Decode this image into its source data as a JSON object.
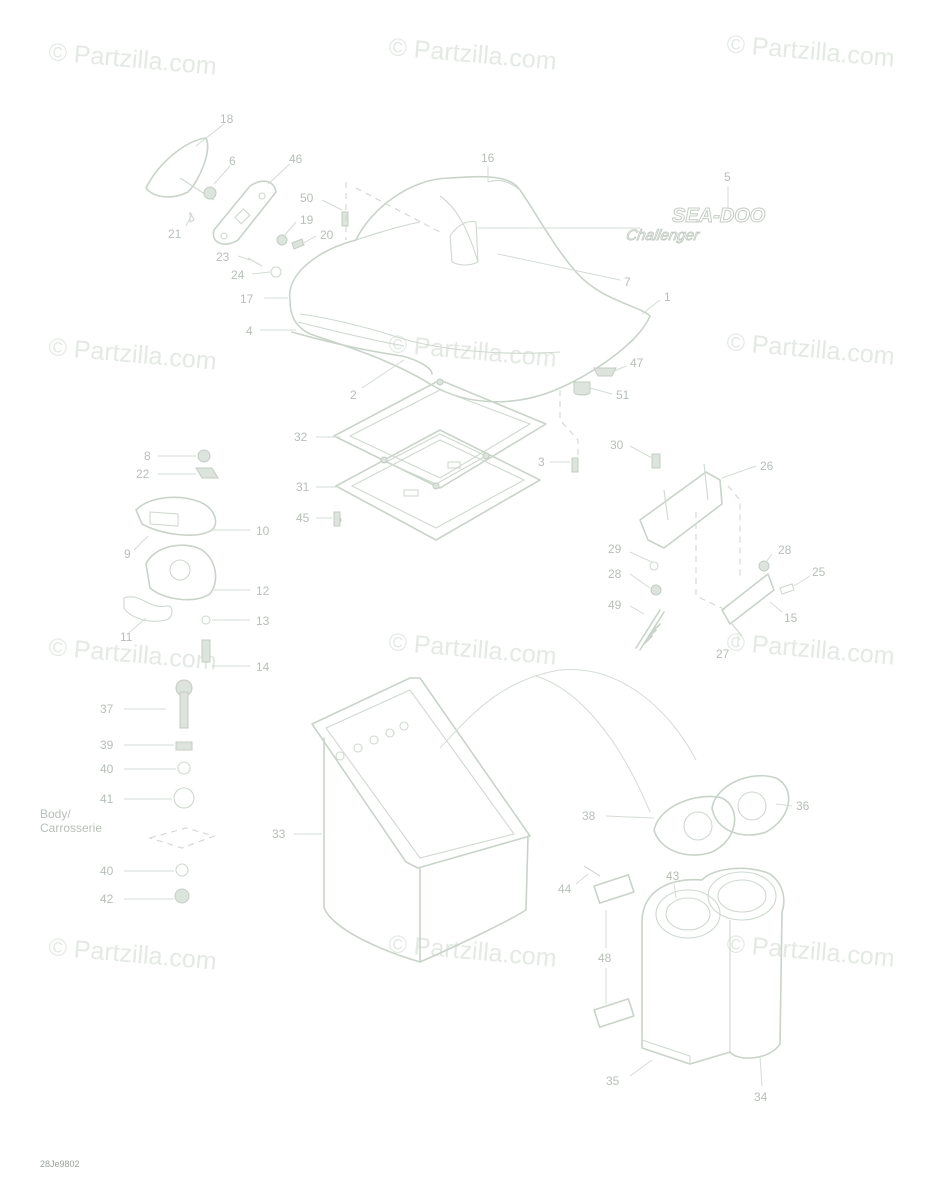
{
  "watermark": "© Partzilla.com",
  "drawing_code": "28Je9802",
  "brand": {
    "logo_text": "SEA-DOO",
    "model_script": "Challenger"
  },
  "body_label": {
    "line1": "Body/",
    "line2": "Carrosserie"
  },
  "callouts": {
    "c18": "18",
    "c6": "6",
    "c46": "46",
    "c21": "21",
    "c50": "50",
    "c19": "19",
    "c20": "20",
    "c23": "23",
    "c24": "24",
    "c17": "17",
    "c4": "4",
    "c2": "2",
    "c16": "16",
    "c5": "5",
    "c7": "7",
    "c1": "1",
    "c47": "47",
    "c51": "51",
    "c32": "32",
    "c31": "31",
    "c45": "45",
    "c3": "3",
    "c8": "8",
    "c22": "22",
    "c10": "10",
    "c9": "9",
    "c12": "12",
    "c11": "11",
    "c13": "13",
    "c14": "14",
    "c37": "37",
    "c39": "39",
    "c40a": "40",
    "c41": "41",
    "c40b": "40",
    "c42": "42",
    "c30": "30",
    "c26": "26",
    "c29": "29",
    "c28a": "28",
    "c28b": "28",
    "c25": "25",
    "c49": "49",
    "c15": "15",
    "c27": "27",
    "c33": "33",
    "c38": "38",
    "c36": "36",
    "c44": "44",
    "c43": "43",
    "c48": "48",
    "c35": "35",
    "c34": "34"
  },
  "colors": {
    "line_art": "#c9d3c9",
    "callout_text": "#b7bfb7",
    "watermark": "#e4e9e4"
  }
}
